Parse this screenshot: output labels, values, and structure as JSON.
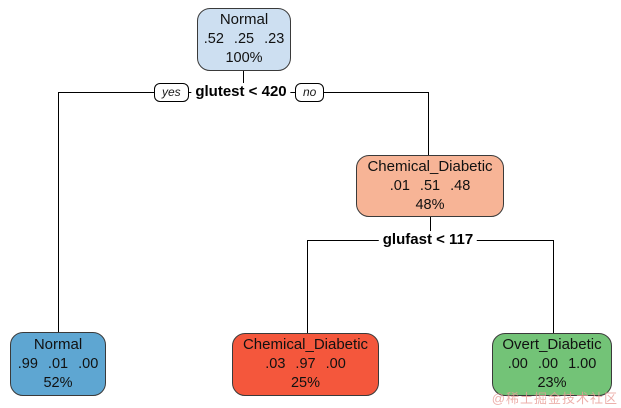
{
  "diagram": {
    "type": "decision-tree",
    "nodes": {
      "root": {
        "label": "Normal",
        "probs": ".52 .25 .23",
        "percent": "100%",
        "fill": "#cddff1"
      },
      "chemical_int": {
        "label": "Chemical_Diabetic",
        "probs": ".01 .51 .48",
        "percent": "48%",
        "fill": "#f7b496"
      },
      "leaf_normal": {
        "label": "Normal",
        "probs": ".99 .01 .00",
        "percent": "52%",
        "fill": "#5ea6d2"
      },
      "leaf_chemical": {
        "label": "Chemical_Diabetic",
        "probs": ".03 .97 .00",
        "percent": "25%",
        "fill": "#f4573c"
      },
      "leaf_overt": {
        "label": "Overt_Diabetic",
        "probs": ".00 .00 1.00",
        "percent": "23%",
        "fill": "#73c377"
      }
    },
    "splits": {
      "split1": {
        "condition": "glutest < 420",
        "yes": "yes",
        "no": "no"
      },
      "split2": {
        "condition": "glufast < 117"
      }
    }
  },
  "watermark": {
    "text": "@稀土掘金技术社区"
  },
  "colors": {
    "edge": "#000000",
    "node_border": "#3a3a3a",
    "background": "#ffffff"
  }
}
